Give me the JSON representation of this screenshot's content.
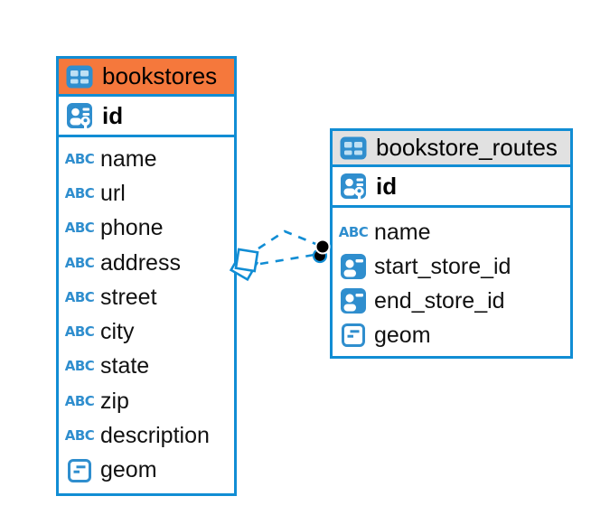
{
  "colors": {
    "accent_blue": "#118DD4",
    "icon_blue": "#2F8ECE",
    "bookstores_header": "#F5783C",
    "routes_header": "#E1E1E1",
    "text": "#000000"
  },
  "icons": {
    "text_type_label": "ABC"
  },
  "tables": [
    {
      "name": "bookstores",
      "primary_key": "id",
      "columns": [
        {
          "name": "name",
          "type": "text"
        },
        {
          "name": "url",
          "type": "text"
        },
        {
          "name": "phone",
          "type": "text"
        },
        {
          "name": "address",
          "type": "text"
        },
        {
          "name": "street",
          "type": "text"
        },
        {
          "name": "city",
          "type": "text"
        },
        {
          "name": "state",
          "type": "text"
        },
        {
          "name": "zip",
          "type": "text"
        },
        {
          "name": "description",
          "type": "text"
        },
        {
          "name": "geom",
          "type": "geometry"
        }
      ]
    },
    {
      "name": "bookstore_routes",
      "primary_key": "id",
      "columns": [
        {
          "name": "name",
          "type": "text"
        },
        {
          "name": "start_store_id",
          "type": "reference"
        },
        {
          "name": "end_store_id",
          "type": "reference"
        },
        {
          "name": "geom",
          "type": "geometry"
        }
      ]
    }
  ],
  "relationships": [
    {
      "from_table": "bookstores",
      "to_table": "bookstore_routes",
      "style": "dashed"
    },
    {
      "from_table": "bookstores",
      "to_table": "bookstore_routes",
      "style": "dashed"
    }
  ]
}
